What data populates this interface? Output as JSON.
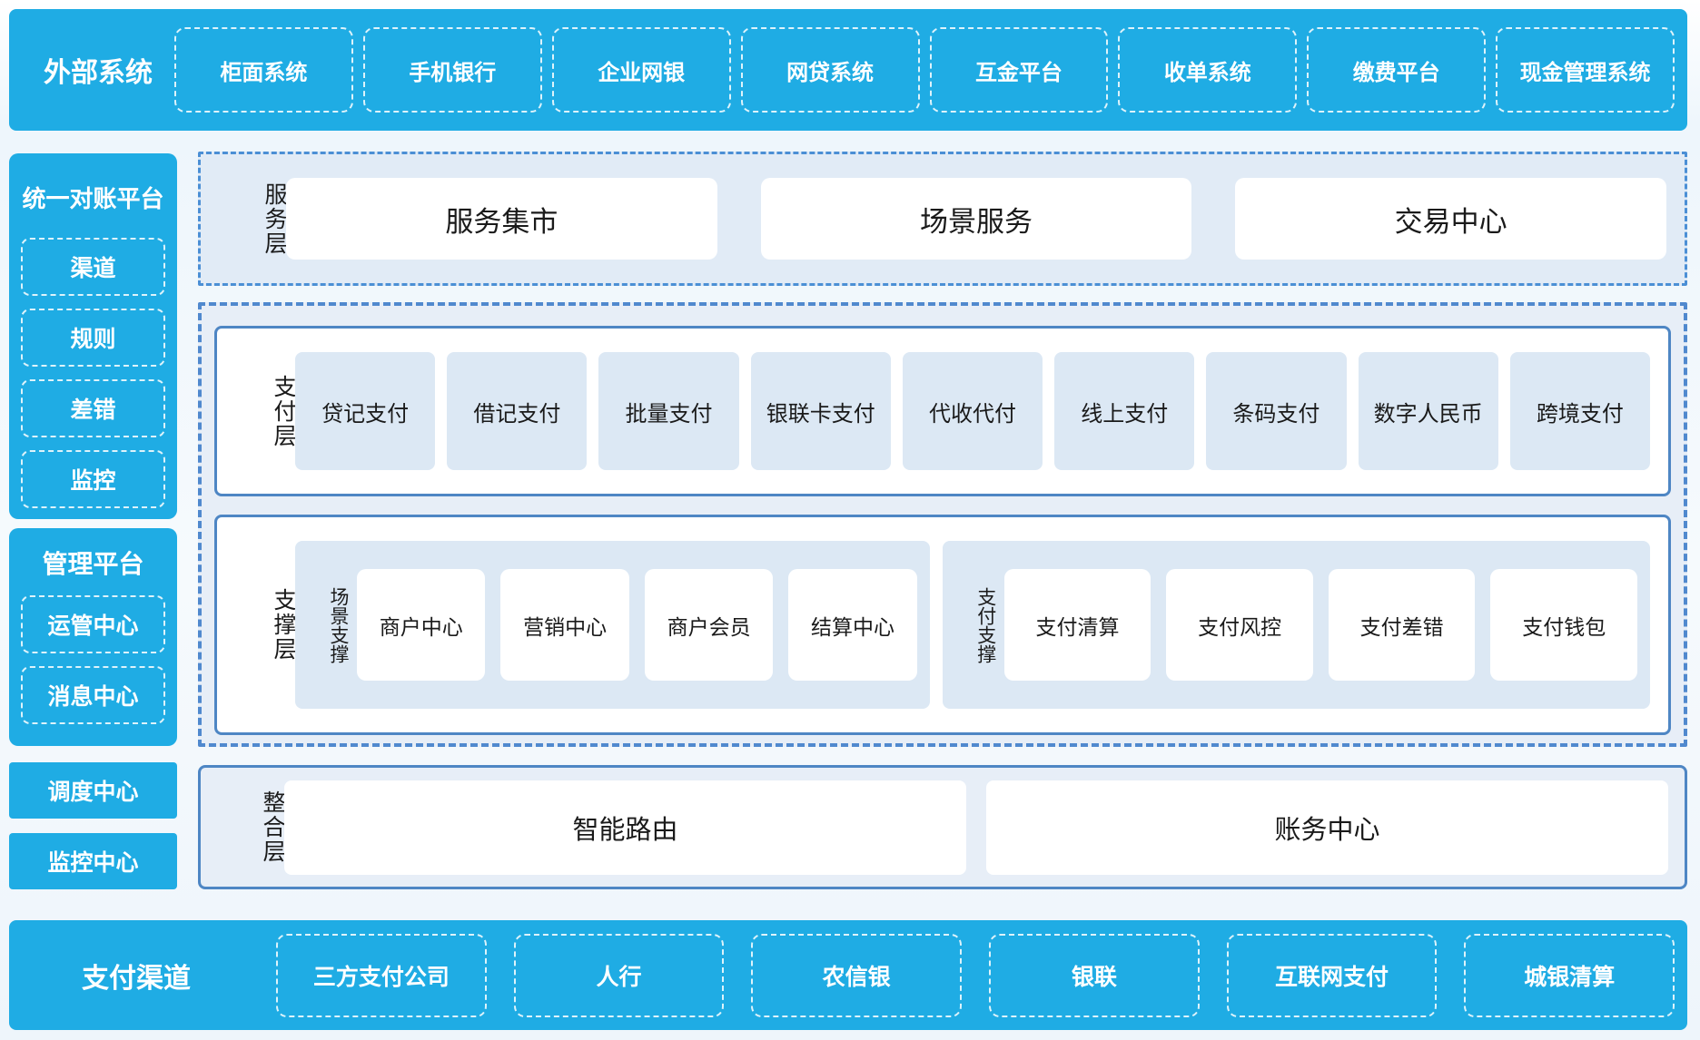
{
  "colors": {
    "cyan": "#1FACE4",
    "container_bg": "#E7EEF7",
    "box_bg": "#DCE8F4",
    "border_blue": "#4E86C4",
    "dash_border_blue": "#5089CE",
    "text_dark": "#1A1A1A",
    "text_white": "#FFFFFF"
  },
  "external_systems": {
    "title": "外部系统",
    "items": [
      "柜面系统",
      "手机银行",
      "企业网银",
      "网贷系统",
      "互金平台",
      "收单系统",
      "缴费平台",
      "现金管理系统"
    ]
  },
  "reconciliation_platform": {
    "title": "统一对账平台",
    "items": [
      "渠道",
      "规则",
      "差错",
      "监控"
    ]
  },
  "management_platform": {
    "title": "管理平台",
    "items": [
      "运管中心",
      "消息中心"
    ]
  },
  "side_boxes": [
    "调度中心",
    "监控中心"
  ],
  "service_layer": {
    "label": "服务层",
    "items": [
      "服务集市",
      "场景服务",
      "交易中心"
    ]
  },
  "payment_layer": {
    "label": "支付层",
    "items": [
      "贷记支付",
      "借记支付",
      "批量支付",
      "银联卡支付",
      "代收代付",
      "线上支付",
      "条码支付",
      "数字人民币",
      "跨境支付"
    ]
  },
  "support_layer": {
    "label": "支撑层",
    "groups": [
      {
        "label": "场景支撑",
        "items": [
          "商户中心",
          "营销中心",
          "商户会员",
          "结算中心"
        ]
      },
      {
        "label": "支付支撑",
        "items": [
          "支付清算",
          "支付风控",
          "支付差错",
          "支付钱包"
        ]
      }
    ]
  },
  "integration_layer": {
    "label": "整合层",
    "items": [
      "智能路由",
      "账务中心"
    ]
  },
  "payment_channels": {
    "title": "支付渠道",
    "items": [
      "三方支付公司",
      "人行",
      "农信银",
      "银联",
      "互联网支付",
      "城银清算"
    ]
  }
}
